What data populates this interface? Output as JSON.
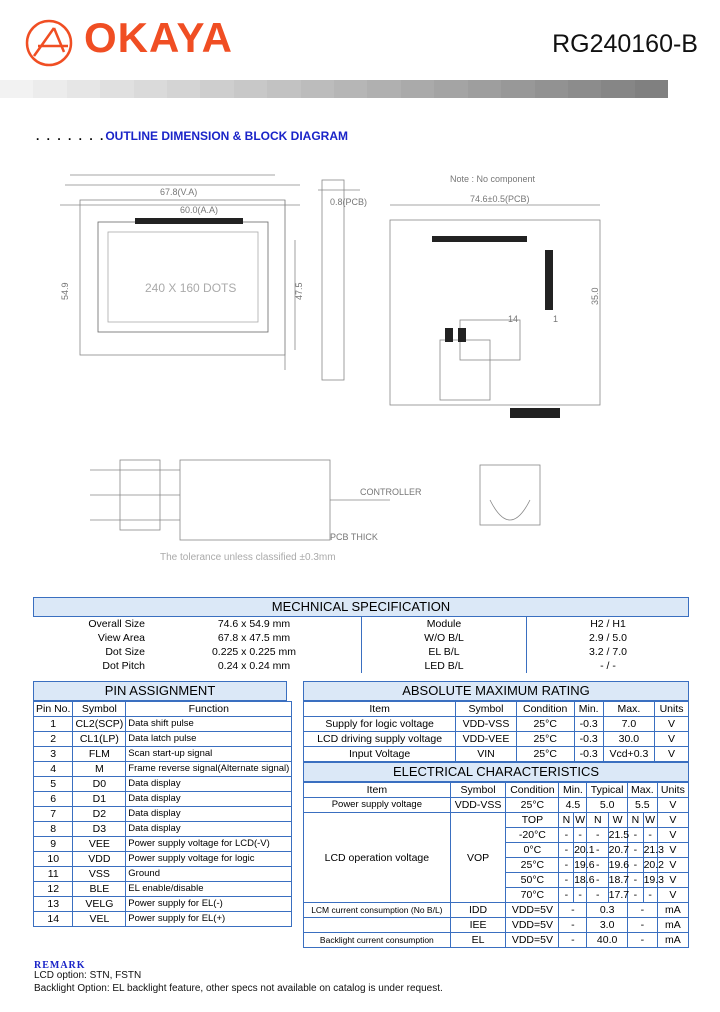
{
  "header": {
    "brand": "OKAYA",
    "model": "RG240160-B",
    "stripe_colors": [
      "#f2f2f2",
      "#ececec",
      "#e6e6e6",
      "#e0e0e0",
      "#dadada",
      "#d4d4d4",
      "#cecece",
      "#c8c8c8",
      "#c2c2c2",
      "#bcbcbc",
      "#b6b6b6",
      "#b0b0b0",
      "#aaaaaa",
      "#a4a4a4",
      "#9e9e9e",
      "#989898",
      "#929292",
      "#8c8c8c",
      "#868686",
      "#808080"
    ]
  },
  "section_title": {
    "dots": ". . . . . . .",
    "text": "OUTLINE DIMENSION & BLOCK DIAGRAM"
  },
  "drawing": {
    "note": "Note : No component",
    "dims": [
      "74.6±0.5(PCB)",
      "67.8(V.A)",
      "60.0(A.A)",
      "0.8(PCB)",
      "54.9",
      "47.5",
      "35.0",
      "240 X 160 DOTS",
      "14",
      "1"
    ],
    "footer_note": "The tolerance unless classified ±0.3mm",
    "label_pcb": "PCB THICK",
    "label_cl": "CONTROLLER"
  },
  "mechanical": {
    "title": "MECHNICAL SPECIFICATION",
    "left": [
      {
        "label": "Overall Size",
        "value": "74.6 x 54.9 mm"
      },
      {
        "label": "View Area",
        "value": "67.8 x 47.5 mm"
      },
      {
        "label": "Dot Size",
        "value": "0.225 x 0.225 mm"
      },
      {
        "label": "Dot Pitch",
        "value": "0.24 x 0.24 mm"
      }
    ],
    "right": [
      {
        "label": "Module",
        "value": "H2 / H1"
      },
      {
        "label": "W/O B/L",
        "value": "2.9 / 5.0"
      },
      {
        "label": "EL B/L",
        "value": "3.2 / 7.0"
      },
      {
        "label": "LED B/L",
        "value": "- / -"
      }
    ]
  },
  "pins": {
    "title": "PIN ASSIGNMENT",
    "headers": [
      "Pin No.",
      "Symbol",
      "Function"
    ],
    "rows": [
      [
        "1",
        "CL2(SCP)",
        "Data shift pulse"
      ],
      [
        "2",
        "CL1(LP)",
        "Data latch pulse"
      ],
      [
        "3",
        "FLM",
        "Scan start-up signal"
      ],
      [
        "4",
        "M",
        "Frame reverse signal(Alternate signal)"
      ],
      [
        "5",
        "D0",
        "Data display"
      ],
      [
        "6",
        "D1",
        "Data display"
      ],
      [
        "7",
        "D2",
        "Data display"
      ],
      [
        "8",
        "D3",
        "Data display"
      ],
      [
        "9",
        "VEE",
        "Power supply voltage for LCD(-V)"
      ],
      [
        "10",
        "VDD",
        "Power supply voltage for logic"
      ],
      [
        "11",
        "VSS",
        "Ground"
      ],
      [
        "12",
        "BLE",
        "EL enable/disable"
      ],
      [
        "13",
        "VELG",
        "Power supply for EL(-)"
      ],
      [
        "14",
        "VEL",
        "Power supply for EL(+)"
      ]
    ]
  },
  "abs_max": {
    "title": "ABSOLUTE MAXIMUM RATING",
    "headers": [
      "Item",
      "Symbol",
      "Condition",
      "Min.",
      "Max.",
      "Units"
    ],
    "rows": [
      [
        "Supply for logic voltage",
        "VDD-VSS",
        "25°C",
        "-0.3",
        "7.0",
        "V"
      ],
      [
        "LCD driving supply voltage",
        "VDD-VEE",
        "25°C",
        "-0.3",
        "30.0",
        "V"
      ],
      [
        "Input Voltage",
        "VIN",
        "25°C",
        "-0.3",
        "Vcd+0.3",
        "V"
      ]
    ]
  },
  "electrical": {
    "title": "ELECTRICAL CHARACTERISTICS",
    "headers": [
      "Item",
      "Symbol",
      "Condition",
      "Min.",
      "Typical",
      "Max.",
      "Units"
    ],
    "power": [
      "Power supply voltage",
      "VDD-VSS",
      "25°C",
      "4.5",
      "5.0",
      "5.5",
      "V"
    ],
    "lcd_label": "LCD operation voltage",
    "lcd_symbol": "VOP",
    "lcd_header": [
      "TOP",
      "N",
      "W",
      "N",
      "W",
      "N",
      "W",
      "V"
    ],
    "lcd_rows": [
      [
        "-20°C",
        "-",
        "-",
        "-",
        "21.5",
        "-",
        "-",
        "V"
      ],
      [
        "0°C",
        "-",
        "20.1",
        "-",
        "20.7",
        "-",
        "21.3",
        "V"
      ],
      [
        "25°C",
        "-",
        "19.6",
        "-",
        "19.6",
        "-",
        "20.2",
        "V"
      ],
      [
        "50°C",
        "-",
        "18.6",
        "-",
        "18.7",
        "-",
        "19.3",
        "V"
      ],
      [
        "70°C",
        "-",
        "-",
        "-",
        "17.7",
        "-",
        "-",
        "V"
      ]
    ],
    "tail": [
      [
        "LCM current consumption (No B/L)",
        "IDD",
        "VDD=5V",
        "-",
        "0.3",
        "-",
        "mA"
      ],
      [
        "",
        "IEE",
        "VDD=5V",
        "-",
        "3.0",
        "-",
        "mA"
      ],
      [
        "Backlight current consumption",
        "EL",
        "VDD=5V",
        "-",
        "40.0",
        "-",
        "mA"
      ]
    ]
  },
  "remark": {
    "title": "REMARK",
    "lines": [
      "LCD option: STN, FSTN",
      "Backlight Option: EL backlight feature, other specs not available on catalog is under request."
    ]
  }
}
